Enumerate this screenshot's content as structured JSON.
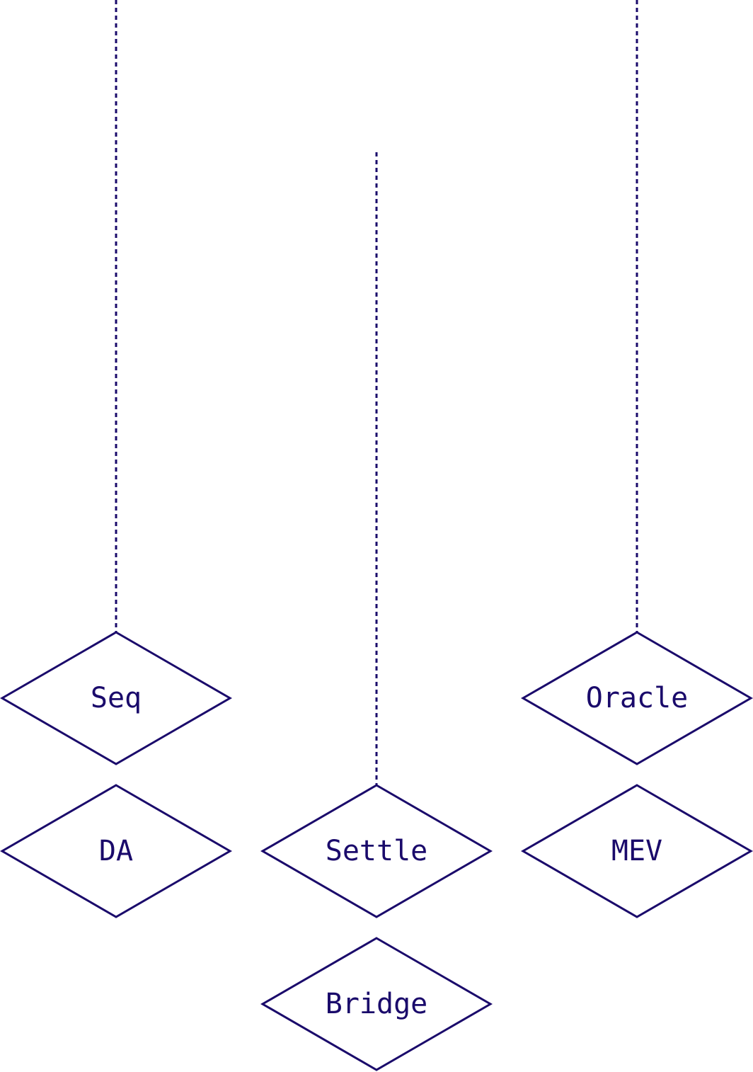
{
  "colors": {
    "stroke": "#1a0a6b",
    "background": "#ffffff"
  },
  "nodes": [
    {
      "id": "seq",
      "label": "Seq"
    },
    {
      "id": "da",
      "label": "DA"
    },
    {
      "id": "settle",
      "label": "Settle"
    },
    {
      "id": "bridge",
      "label": "Bridge"
    },
    {
      "id": "oracle",
      "label": "Oracle"
    },
    {
      "id": "mev",
      "label": "MEV"
    }
  ],
  "edges": [
    {
      "to": "seq",
      "style": "dotted"
    },
    {
      "to": "settle",
      "style": "dotted"
    },
    {
      "to": "oracle",
      "style": "dotted"
    }
  ]
}
